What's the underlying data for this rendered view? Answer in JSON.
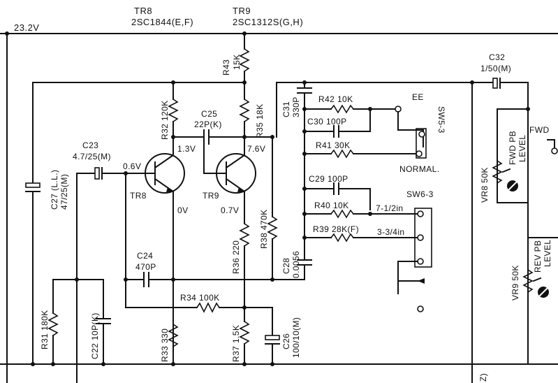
{
  "labels": {
    "supply": "23.2V",
    "tr8_title": "TR8",
    "tr8_part": "2SC1844(E,F)",
    "tr9_title": "TR9",
    "tr9_part": "2SC1312S(G,H)",
    "r43": "R43",
    "r43_val": "15K",
    "c32": "C32",
    "c32_val": "1/50(M)",
    "r32": "R32 120K",
    "r35": "R35 18K",
    "c31": "C31",
    "c31_val": "330P",
    "r42": "R42  10K",
    "ee": "EE",
    "sw5": "SW5-3",
    "c30": "C30 100P",
    "r41": "R41  30K",
    "normal": "NORMAL.",
    "c25": "C25",
    "c25_val": "22P(K)",
    "v13": "1.3V",
    "v76": "7.6V",
    "c23": "C23",
    "c23_val": "4.7/25(M)",
    "v06": "0.6V",
    "c27": "C27 (L.L.)",
    "c27_val": "47/25(M)",
    "tr8": "TR8",
    "tr9": "TR9",
    "v0": "0V",
    "v07": "0.7V",
    "c29": "C29  100P",
    "sw6": "SW6-3",
    "r40": "R40  10K",
    "speed1": "7-1/2in",
    "r39": "R39  28K(F)",
    "speed2": "3-3/4in",
    "r38": "R38  470K",
    "r36": "R36  220",
    "c28": "C28",
    "c28_val": "0.0056",
    "c24": "C24",
    "c24_val": "470P",
    "r34": "R34  100K",
    "r31": "R31  180K",
    "c22": "C22  10P(K)",
    "r33": "R33  330",
    "r37": "R37  1.5K",
    "c26": "C26",
    "c26_val": "100/10(M)",
    "vr8": "VR8  50K",
    "fwd_pb": "FWD PB",
    "level1": "LEVEL",
    "fwd": "FWD",
    "vr9": "VR9  50K",
    "rev_pb": "REV PB",
    "level2": "LEVEL",
    "footnote": "Z)"
  }
}
